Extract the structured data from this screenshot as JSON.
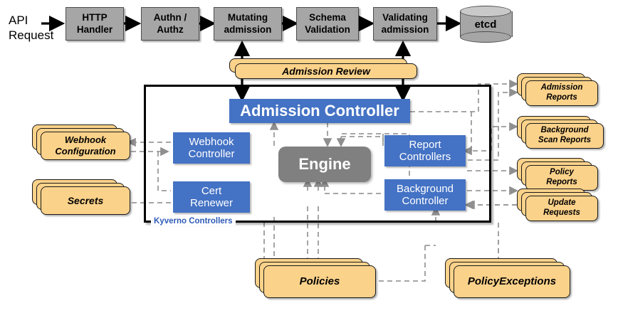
{
  "diagram": {
    "title": "Kyverno admission control architecture",
    "colors": {
      "grey_box": "#A6A6A6",
      "engine_grey": "#808080",
      "blue": "#4472C4",
      "yellow": "#FBD28A",
      "kyverno_label_blue": "#2F5BB7",
      "dashed_line": "#9A9A9A",
      "solid_arrow": "#000000"
    },
    "entry_label": "API\nRequest",
    "entry_label_lines": [
      "API",
      "Request"
    ],
    "pipeline": [
      {
        "id": "http-handler",
        "label": "HTTP\nHandler",
        "lines": [
          "HTTP",
          "Handler"
        ]
      },
      {
        "id": "authn-authz",
        "label": "Authn /\nAuthz",
        "lines": [
          "Authn /",
          "Authz"
        ]
      },
      {
        "id": "mutating-admission",
        "label": "Mutating\nadmission",
        "lines": [
          "Mutating",
          "admission"
        ]
      },
      {
        "id": "schema-validation",
        "label": "Schema\nValidation",
        "lines": [
          "Schema",
          "Validation"
        ]
      },
      {
        "id": "validating-admission",
        "label": "Validating\nadmission",
        "lines": [
          "Validating",
          "admission"
        ]
      }
    ],
    "datastore": {
      "id": "etcd",
      "label": "etcd",
      "shape": "cylinder"
    },
    "admission_review": {
      "id": "admission-review",
      "label": "Admission Review"
    },
    "container": {
      "id": "kyverno-controllers",
      "label": "Kyverno Controllers"
    },
    "controllers": [
      {
        "id": "admission-controller",
        "label": "Admission Controller",
        "lines": [
          "Admission Controller"
        ],
        "size": "big"
      },
      {
        "id": "webhook-controller",
        "label": "Webhook\nController",
        "lines": [
          "Webhook",
          "Controller"
        ]
      },
      {
        "id": "cert-renewer",
        "label": "Cert\nRenewer",
        "lines": [
          "Cert",
          "Renewer"
        ]
      },
      {
        "id": "report-controllers",
        "label": "Report\nControllers",
        "lines": [
          "Report",
          "Controllers"
        ]
      },
      {
        "id": "background-controller",
        "label": "Background\nController",
        "lines": [
          "Background",
          "Controller"
        ]
      }
    ],
    "engine": {
      "id": "engine",
      "label": "Engine"
    },
    "resources_left": [
      {
        "id": "webhook-configuration",
        "label": "Webhook\nConfiguration",
        "lines": [
          "Webhook",
          "Configuration"
        ]
      },
      {
        "id": "secrets",
        "label": "Secrets",
        "lines": [
          "Secrets"
        ]
      }
    ],
    "resources_right": [
      {
        "id": "admission-reports",
        "label": "Admission\nReports",
        "lines": [
          "Admission",
          "Reports"
        ]
      },
      {
        "id": "background-scan-reports",
        "label": "Background\nScan Reports",
        "lines": [
          "Background",
          "Scan Reports"
        ]
      },
      {
        "id": "policy-reports",
        "label": "Policy\nReports",
        "lines": [
          "Policy",
          "Reports"
        ]
      },
      {
        "id": "update-requests",
        "label": "Update\nRequests",
        "lines": [
          "Update",
          "Requests"
        ]
      }
    ],
    "resources_bottom": [
      {
        "id": "policies",
        "label": "Policies",
        "lines": [
          "Policies"
        ]
      },
      {
        "id": "policy-exceptions",
        "label": "PolicyExceptions",
        "lines": [
          "PolicyExceptions"
        ]
      }
    ]
  }
}
